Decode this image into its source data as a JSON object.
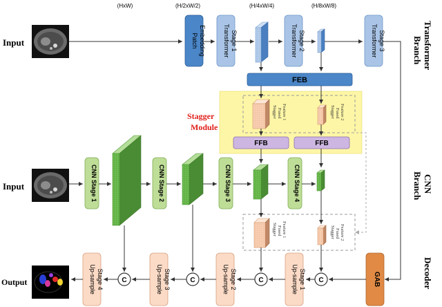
{
  "dims": [
    "(HxW)",
    "(H/2xW/2)",
    "(H/4xW/4)",
    "(H/8xW/8)"
  ],
  "rows": {
    "input_top": "Input",
    "input_mid": "Input",
    "output": "Output"
  },
  "branches": {
    "transformer": [
      "Transformer",
      "Branch"
    ],
    "cnn": [
      "CNN",
      "Branch"
    ],
    "decoder": "Decoder"
  },
  "transformer": {
    "patch": [
      "Patch",
      "Embedding"
    ],
    "stage1": [
      "Transformer",
      "Stage 1"
    ],
    "stage2": [
      "Transformer",
      "Stage 2"
    ],
    "stage3": [
      "Transformer",
      "Stage 3"
    ]
  },
  "feb": "FEB",
  "stagger": {
    "title": [
      "Stagger",
      "Module"
    ],
    "feat1": [
      "Stagger",
      "Fused",
      "Feature 1"
    ],
    "feat2": [
      "Stagger",
      "Fused",
      "Feature 2"
    ],
    "ffb1": "FFB",
    "ffb2": "FFB"
  },
  "cnn": {
    "stage1": "CNN Stage 1",
    "stage2": "CNN Stage 2",
    "stage3": "CNN Stage 3",
    "stage4": "CNN Stage 4"
  },
  "decoder": {
    "gab": "GAB",
    "up1": [
      "Up-sample",
      "Stage 1"
    ],
    "up2": [
      "Up-sample",
      "Stage 2"
    ],
    "up3": [
      "Up-sample",
      "Stage 3"
    ],
    "up4": [
      "Up-sample",
      "Stage 4"
    ],
    "concat": "C"
  },
  "colors": {
    "transformer_light": "#a9c4e6",
    "patch_dark": "#4a86c8",
    "feb_blue": "#4a86c8",
    "stagger_bg": "#fdf6a6",
    "ffb_purple": "#cdb7e2",
    "cnn_green": "#bedd97",
    "feature_green": "#66b84c",
    "upsample_peach": "#fbdac6",
    "gab_orange": "#e08a45",
    "stagger_title": "#e0201a"
  }
}
